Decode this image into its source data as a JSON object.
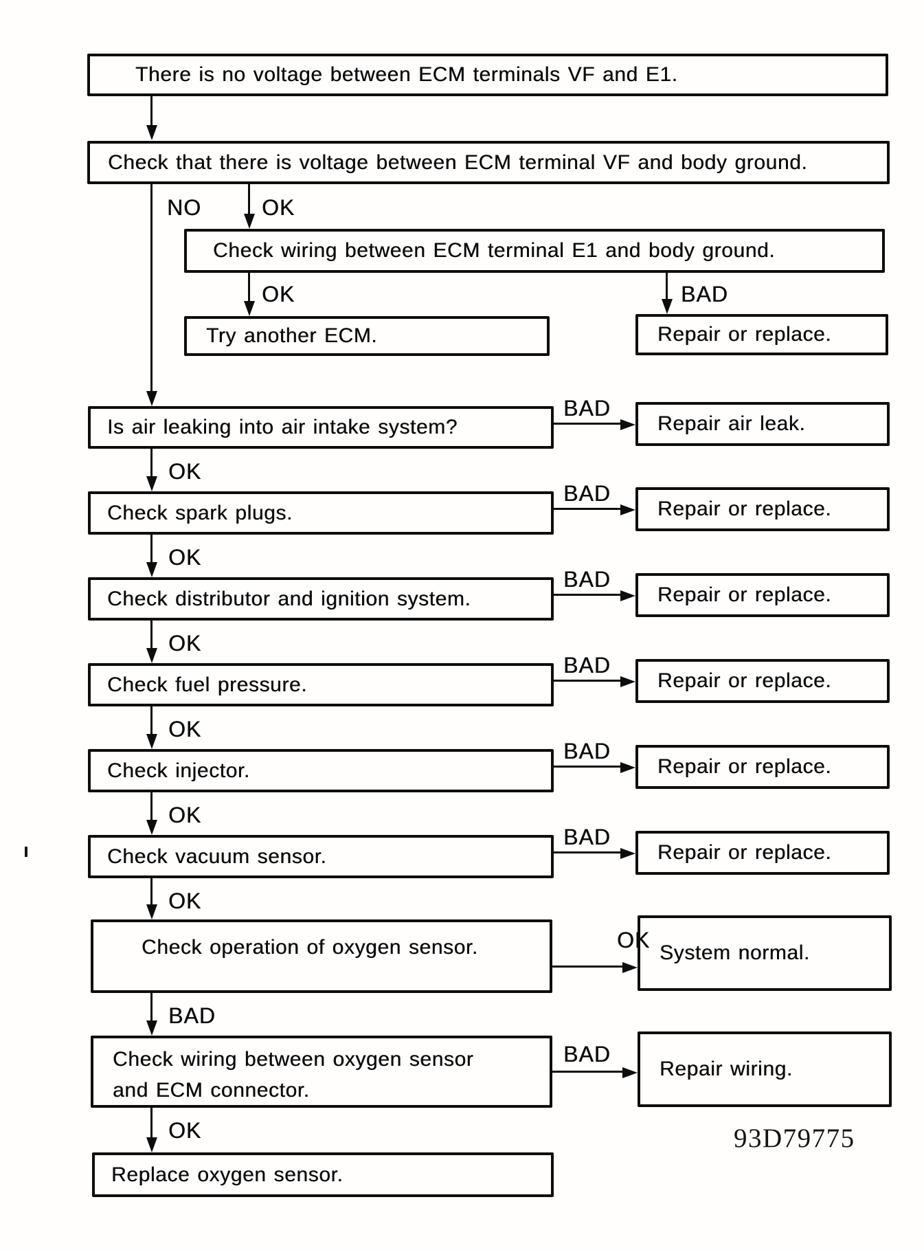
{
  "document": {
    "figure_code": "93D79775",
    "start": "There is no voltage between ECM terminals VF and E1.",
    "step_vf_ground": {
      "text": "Check that there is voltage between ECM terminal VF and body ground.",
      "no_label": "NO",
      "ok_label": "OK"
    },
    "step_e1_wiring": {
      "text": "Check wiring between ECM terminal E1 and body ground.",
      "ok_label": "OK",
      "bad_label": "BAD",
      "ok_result": "Try another ECM.",
      "bad_result": "Repair or replace."
    },
    "chain": [
      {
        "check": "Is air leaking into air intake system?",
        "branch_label": "BAD",
        "result": "Repair air leak.",
        "next_label": "OK"
      },
      {
        "check": "Check spark plugs.",
        "branch_label": "BAD",
        "result": "Repair or replace.",
        "next_label": "OK"
      },
      {
        "check": "Check distributor and ignition system.",
        "branch_label": "BAD",
        "result": "Repair or replace.",
        "next_label": "OK"
      },
      {
        "check": "Check fuel pressure.",
        "branch_label": "BAD",
        "result": "Repair or replace.",
        "next_label": "OK"
      },
      {
        "check": "Check injector.",
        "branch_label": "BAD",
        "result": "Repair or replace.",
        "next_label": "OK"
      },
      {
        "check": "Check vacuum sensor.",
        "branch_label": "BAD",
        "result": "Repair or replace.",
        "next_label": "OK"
      },
      {
        "check": "Check operation of oxygen sensor.",
        "branch_label": "OK",
        "result": "System normal.",
        "next_label": "BAD"
      },
      {
        "check": "Check wiring between oxygen sensor and ECM connector.",
        "branch_label": "BAD",
        "result": "Repair wiring.",
        "next_label": "OK"
      }
    ],
    "final": "Replace oxygen sensor."
  }
}
